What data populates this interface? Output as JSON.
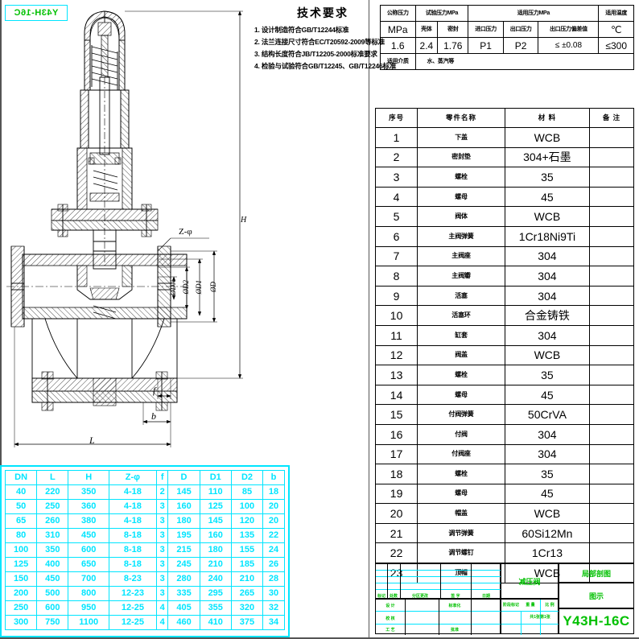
{
  "corner_tag": {
    "text": "Y43H-16C"
  },
  "tech_req": {
    "title": "技术要求",
    "items": [
      "1. 设计制造符合GB/T12244标准",
      "2. 法兰连接尺寸符合EC/T20592-2009等标准",
      "3. 结构长度符合JB/T12205-2000标准要求",
      "4. 检验与试验符合GB/T12245、GB/T12246标准"
    ]
  },
  "spec_table": {
    "headers_row1": [
      "公称压力",
      "试验压力MPa",
      "适用压力MPa",
      "适用温度"
    ],
    "headers_row2": [
      "MPa",
      "壳体",
      "密封",
      "进口压力",
      "出口压力",
      "出口压力偏差值",
      "℃"
    ],
    "values_row": [
      "1.6",
      "2.4",
      "1.76",
      "P1",
      "P2",
      "≤ ±0.08",
      "≤300"
    ],
    "medium_label": "适用介质",
    "medium_value": "水、蒸汽等"
  },
  "parts_list": {
    "headers": [
      "序号",
      "零件名称",
      "材    料",
      "备  注"
    ],
    "rows": [
      {
        "no": "1",
        "name": "下盖",
        "material": "WCB",
        "remark": ""
      },
      {
        "no": "2",
        "name": "密封垫",
        "material": "304+石墨",
        "remark": ""
      },
      {
        "no": "3",
        "name": "螺栓",
        "material": "35",
        "remark": ""
      },
      {
        "no": "4",
        "name": "螺母",
        "material": "45",
        "remark": ""
      },
      {
        "no": "5",
        "name": "阀体",
        "material": "WCB",
        "remark": ""
      },
      {
        "no": "6",
        "name": "主阀弹簧",
        "material": "1Cr18Ni9Ti",
        "remark": ""
      },
      {
        "no": "7",
        "name": "主阀座",
        "material": "304",
        "remark": ""
      },
      {
        "no": "8",
        "name": "主阀瓣",
        "material": "304",
        "remark": ""
      },
      {
        "no": "9",
        "name": "活塞",
        "material": "304",
        "remark": ""
      },
      {
        "no": "10",
        "name": "活塞环",
        "material": "合金铸铁",
        "remark": ""
      },
      {
        "no": "11",
        "name": "缸套",
        "material": "304",
        "remark": ""
      },
      {
        "no": "12",
        "name": "阀盖",
        "material": "WCB",
        "remark": ""
      },
      {
        "no": "13",
        "name": "螺栓",
        "material": "35",
        "remark": ""
      },
      {
        "no": "14",
        "name": "螺母",
        "material": "45",
        "remark": ""
      },
      {
        "no": "15",
        "name": "付阀弹簧",
        "material": "50CrVA",
        "remark": ""
      },
      {
        "no": "16",
        "name": "付阀",
        "material": "304",
        "remark": ""
      },
      {
        "no": "17",
        "name": "付阀座",
        "material": "304",
        "remark": ""
      },
      {
        "no": "18",
        "name": "螺栓",
        "material": "35",
        "remark": ""
      },
      {
        "no": "19",
        "name": "螺母",
        "material": "45",
        "remark": ""
      },
      {
        "no": "20",
        "name": "帽盖",
        "material": "WCB",
        "remark": ""
      },
      {
        "no": "21",
        "name": "调节弹簧",
        "material": "60Si12Mn",
        "remark": ""
      },
      {
        "no": "22",
        "name": "调节螺钉",
        "material": "1Cr13",
        "remark": ""
      },
      {
        "no": "23",
        "name": "顶帽",
        "material": "WCB",
        "remark": ""
      }
    ]
  },
  "title_block": {
    "part_name": "减压阀",
    "drawing_type": "局部剖图",
    "view_label": "图示",
    "model": "Y43H-16C",
    "rev_labels": [
      "标记",
      "处数",
      "分区更改",
      "签  字",
      "日期"
    ],
    "left_labels": [
      "设  计",
      "校  核",
      "工  艺"
    ],
    "mid_labels": [
      "标准化",
      "批准"
    ],
    "right_labels": [
      "阶段标记",
      "重  量",
      "比  例"
    ],
    "scale_note": "共1张第1张"
  },
  "dim_table": {
    "headers": [
      "DN",
      "L",
      "H",
      "Z-φ",
      "f",
      "D",
      "D1",
      "D2",
      "b"
    ],
    "rows": [
      [
        "40",
        "220",
        "350",
        "4-18",
        "2",
        "145",
        "110",
        "85",
        "18"
      ],
      [
        "50",
        "250",
        "360",
        "4-18",
        "3",
        "160",
        "125",
        "100",
        "20"
      ],
      [
        "65",
        "260",
        "380",
        "4-18",
        "3",
        "180",
        "145",
        "120",
        "20"
      ],
      [
        "80",
        "310",
        "450",
        "8-18",
        "3",
        "195",
        "160",
        "135",
        "22"
      ],
      [
        "100",
        "350",
        "600",
        "8-18",
        "3",
        "215",
        "180",
        "155",
        "24"
      ],
      [
        "125",
        "400",
        "650",
        "8-18",
        "3",
        "245",
        "210",
        "185",
        "26"
      ],
      [
        "150",
        "450",
        "700",
        "8-23",
        "3",
        "280",
        "240",
        "210",
        "28"
      ],
      [
        "200",
        "500",
        "800",
        "12-23",
        "3",
        "335",
        "295",
        "265",
        "30"
      ],
      [
        "250",
        "600",
        "950",
        "12-25",
        "4",
        "405",
        "355",
        "320",
        "32"
      ],
      [
        "300",
        "750",
        "1100",
        "12-25",
        "4",
        "460",
        "410",
        "375",
        "34"
      ]
    ]
  },
  "drawing_labels": {
    "height": "H",
    "length": "L",
    "flange_thickness": "f",
    "neck": "b",
    "bolt_holes": "Z-φ",
    "bore": "ØDN",
    "d2": "ØD2",
    "d1": "ØD1",
    "d": "ØD"
  }
}
